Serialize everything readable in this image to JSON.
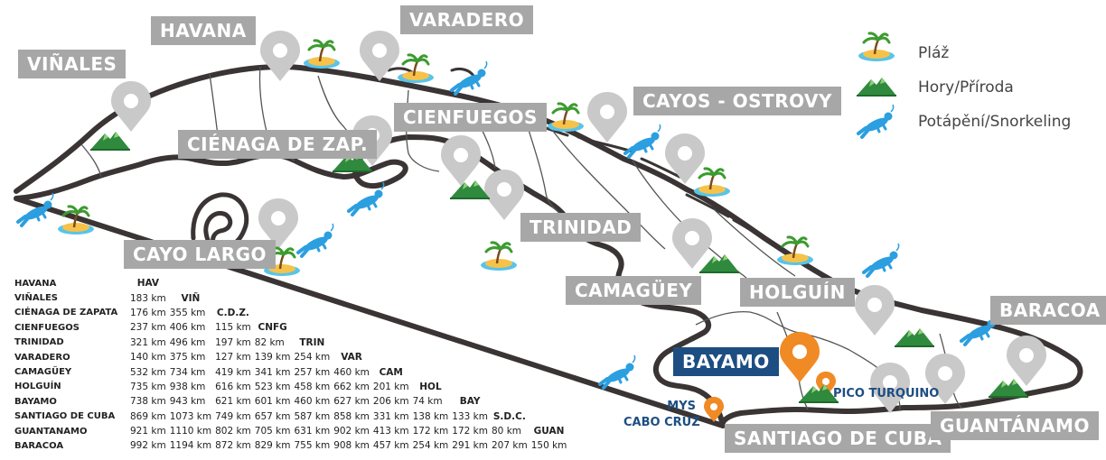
{
  "colors": {
    "label_bg": "#a7a7a7",
    "label_active": "#1d4e82",
    "pin_gray": "#c9c9c9",
    "pin_orange": "#f08a24",
    "coast": "#3a3434",
    "province": "#555555"
  },
  "labels": {
    "havana": "HAVANA",
    "varadero": "VARADERO",
    "vinales": "VIÑALES",
    "cienfuegos": "CIENFUEGOS",
    "cayos": "CAYOS - OSTROVY",
    "cienaga": "CIÉNAGA DE ZAP.",
    "trinidad": "TRINIDAD",
    "cayo_largo": "CAYO LARGO",
    "camaguey": "CAMAGÜEY",
    "holguin": "HOLGUÍN",
    "baracoa": "BARACOA",
    "bayamo": "BAYAMO",
    "santiago": "SANTIAGO DE CUBA",
    "guantanamo": "GUANTÁNAMO",
    "pico_turquino": "PICO TURQUINO",
    "mys_cabo_cruz_1": "MYS",
    "mys_cabo_cruz_2": "CABO CRUZ"
  },
  "legend": [
    {
      "icon": "beach-island-icon",
      "label": "Pláž"
    },
    {
      "icon": "mountain-icon",
      "label": "Hory/Příroda"
    },
    {
      "icon": "diver-icon",
      "label": "Potápění/Snorkeling"
    }
  ],
  "distance_table": {
    "rows": [
      {
        "city": "HAVANA",
        "cells": [],
        "abbr": "HAV"
      },
      {
        "city": "VIÑALES",
        "cells": [
          "183 km"
        ],
        "abbr": "VIÑ"
      },
      {
        "city": "CIÉNAGA DE ZAPATA",
        "cells": [
          "176 km",
          "355 km"
        ],
        "abbr": "C.D.Z."
      },
      {
        "city": "CIENFUEGOS",
        "cells": [
          "237 km",
          "406 km",
          "115 km"
        ],
        "abbr": "CNFG"
      },
      {
        "city": "TRINIDAD",
        "cells": [
          "321 km",
          "496 km",
          "197 km",
          "82 km"
        ],
        "abbr": "TRIN"
      },
      {
        "city": "VARADERO",
        "cells": [
          "140 km",
          "375 km",
          "127 km",
          "139 km",
          "254 km"
        ],
        "abbr": "VAR"
      },
      {
        "city": "CAMAGÜEY",
        "cells": [
          "532 km",
          "734 km",
          "419 km",
          "341 km",
          "257 km",
          "460 km"
        ],
        "abbr": "CAM"
      },
      {
        "city": "HOLGUÍN",
        "cells": [
          "735 km",
          "938 km",
          "616 km",
          "523 km",
          "458 km",
          "662 km",
          "201 km"
        ],
        "abbr": "HOL"
      },
      {
        "city": "BAYAMO",
        "cells": [
          "738 km",
          "943 km",
          "621 km",
          "601 km",
          "460 km",
          "627 km",
          "206 km",
          "74 km"
        ],
        "abbr": "BAY"
      },
      {
        "city": "SANTIAGO DE CUBA",
        "cells": [
          "869 km",
          "1073 km",
          "749 km",
          "657 km",
          "587 km",
          "858 km",
          "331 km",
          "138 km",
          "133 km"
        ],
        "abbr": "S.D.C."
      },
      {
        "city": "GUANTANAMO",
        "cells": [
          "921 km",
          "1110 km",
          "802 km",
          "705 km",
          "631 km",
          "902 km",
          "413 km",
          "172 km",
          "172 km",
          "80 km"
        ],
        "abbr": "GUAN"
      },
      {
        "city": "BARACOA",
        "cells": [
          "992 km",
          "1194 km",
          "872 km",
          "829 km",
          "755 km",
          "908 km",
          "457 km",
          "254 km",
          "291 km",
          "207 km",
          "150 km"
        ],
        "abbr": ""
      }
    ]
  }
}
